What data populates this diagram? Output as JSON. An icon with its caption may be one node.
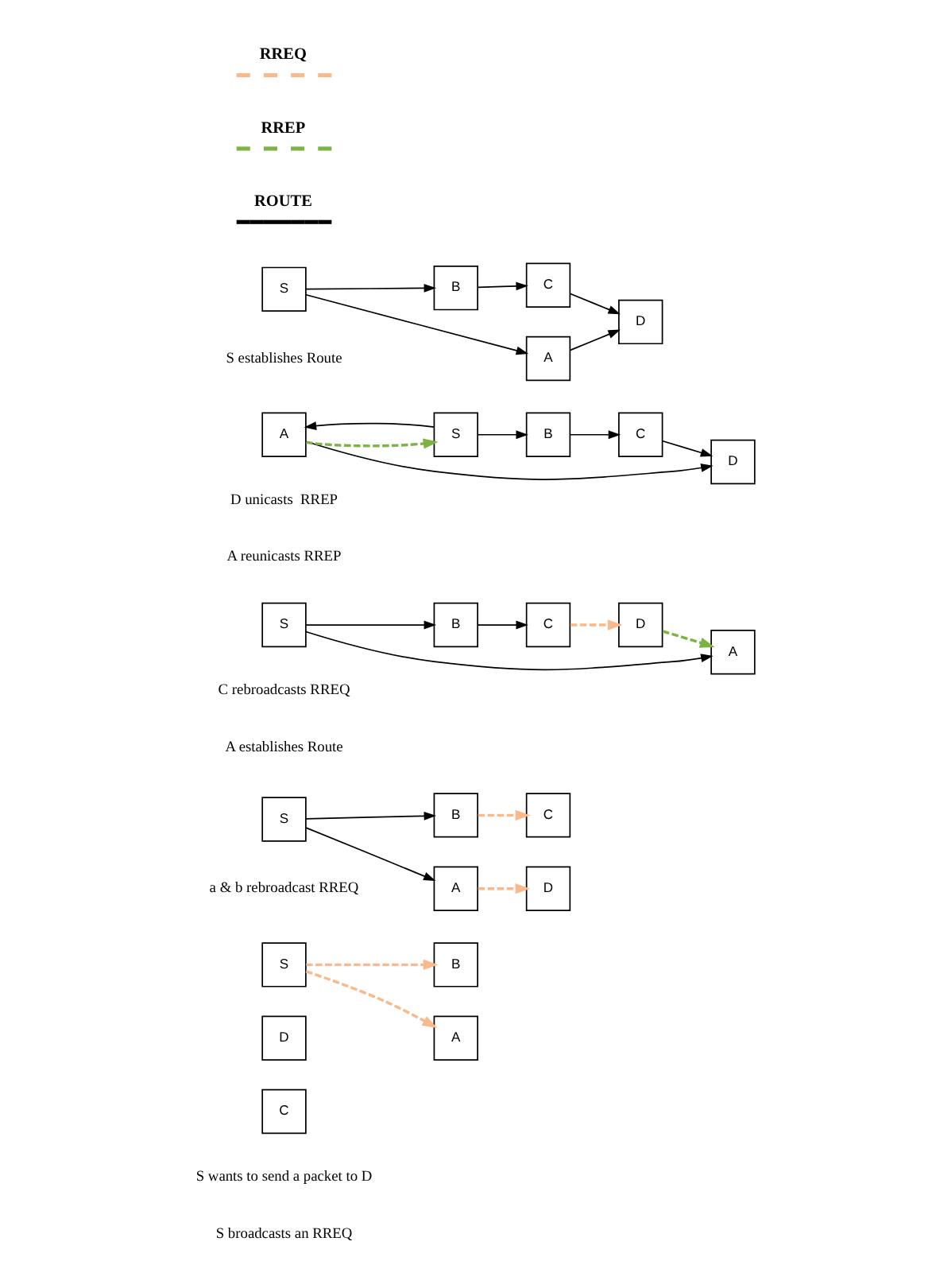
{
  "diagram": {
    "nodes": [
      {
        "text": [
          "S"
        ]
      },
      {
        "text": [
          "A"
        ]
      },
      {
        "text": [
          "D"
        ]
      },
      {
        "text": [
          "B"
        ]
      },
      {
        "text": [
          "C"
        ]
      },
      {
        "text": [
          "S"
        ]
      },
      {
        "text": [
          "A"
        ]
      },
      {
        "text": [
          "D"
        ]
      },
      {
        "text": [
          "B"
        ]
      },
      {
        "text": [
          "C"
        ]
      },
      {
        "text": [
          "A"
        ]
      },
      {
        "text": [
          "D"
        ]
      },
      {
        "text": [
          "S"
        ]
      },
      {
        "text": [
          "B"
        ]
      },
      {
        "text": [
          "C"
        ]
      },
      {
        "text": [
          "A"
        ]
      },
      {
        "text": [
          "D"
        ]
      },
      {
        "text": [
          "S"
        ]
      },
      {
        "text": [
          "C"
        ]
      },
      {
        "text": [
          "B"
        ]
      },
      {
        "text": [
          "A"
        ]
      },
      {
        "text": [
          "D"
        ]
      },
      {
        "text": [
          "S"
        ]
      },
      {
        "text": [
          "C"
        ]
      },
      {
        "text": [
          "B"
        ]
      }
    ],
    "edges": [
      {
        "from": 0,
        "to": 1,
        "arrow": "to",
        "style": "dashed",
        "color": "#f9b98a"
      },
      {
        "from": 0,
        "to": 3,
        "arrow": "to",
        "style": "dashed",
        "color": "#f9b98a"
      },
      {
        "from": 5,
        "to": 6,
        "arrow": "to"
      },
      {
        "from": 5,
        "to": 8,
        "arrow": "to"
      },
      {
        "from": 6,
        "to": 7,
        "arrow": "to",
        "style": "dashed",
        "color": "#f9b98a"
      },
      {
        "from": 8,
        "to": 9,
        "arrow": "to",
        "style": "dashed",
        "color": "#f9b98a"
      },
      {
        "from": 12,
        "to": 10,
        "arrow": "to"
      },
      {
        "from": 12,
        "to": 13,
        "arrow": "to"
      },
      {
        "from": 13,
        "to": 14,
        "arrow": "to"
      },
      {
        "from": 14,
        "to": 11,
        "arrow": "to",
        "style": "dashed",
        "color": "#f9b98a"
      },
      {
        "from": 11,
        "to": 10,
        "arrow": "to",
        "style": "dashed",
        "color": "#7cb342"
      },
      {
        "from": 17,
        "to": 15,
        "arrow": "to"
      },
      {
        "from": 15,
        "to": 16,
        "arrow": "to"
      },
      {
        "from": 15,
        "to": 17,
        "arrow": "to",
        "style": "dashed",
        "color": "#7cb342"
      },
      {
        "from": 17,
        "to": 19,
        "arrow": "to"
      },
      {
        "from": 19,
        "to": 18,
        "arrow": "to"
      },
      {
        "from": 18,
        "to": 16,
        "arrow": "to"
      },
      {
        "from": 22,
        "to": 20,
        "arrow": "to"
      },
      {
        "from": 20,
        "to": 21,
        "arrow": "to"
      },
      {
        "from": 22,
        "to": 24,
        "arrow": "to"
      },
      {
        "from": 24,
        "to": 23,
        "arrow": "to"
      },
      {
        "from": 23,
        "to": 21,
        "arrow": "to"
      }
    ],
    "labels": [
      "S wants to send a packet to D",
      "S broadcasts an RREQ",
      "a & b rebroadcast RREQ",
      "C rebroadcasts RREQ",
      "A establishes Route",
      "D unicasts  RREP",
      "A reunicasts RREP",
      "S establishes Route"
    ],
    "legend": [
      {
        "text": "RREQ"
      },
      {
        "text": "RREP"
      },
      {
        "text": "ROUTE"
      }
    ]
  }
}
